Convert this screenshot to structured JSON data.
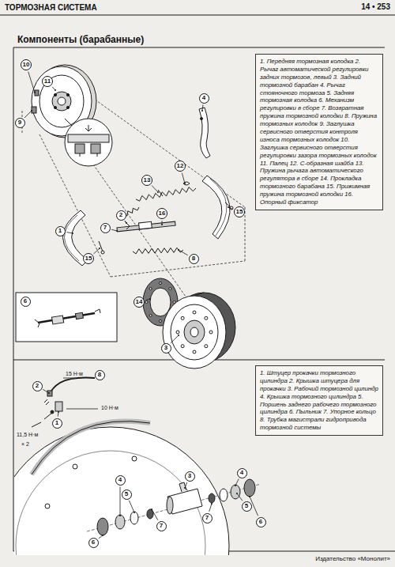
{
  "diagram": {
    "title": "Компоненты (барабанные)",
    "nodes": [
      {
        "text": [
          "10"
        ]
      },
      {
        "text": [
          "11"
        ]
      },
      {
        "text": [
          "9"
        ]
      },
      {
        "text": [
          "4"
        ]
      },
      {
        "text": [
          "12"
        ]
      },
      {
        "text": [
          "13"
        ]
      },
      {
        "text": [
          "2"
        ]
      },
      {
        "text": [
          "16"
        ]
      },
      {
        "text": [
          "7"
        ]
      },
      {
        "text": [
          "15"
        ]
      },
      {
        "text": [
          "1"
        ]
      },
      {
        "text": [
          "15"
        ]
      },
      {
        "text": [
          "8"
        ]
      },
      {
        "text": [
          "14"
        ]
      },
      {
        "text": [
          "3"
        ]
      },
      {
        "text": [
          "6"
        ]
      },
      {
        "text": [
          "1. Передняя тормозная колодка 2. Рычаг автоматической регулировки задних тормозов, левый 3. Задний тормозной барабан 4. Рычаг стояночного тормоза 5. Задняя тормозная колодка 6. Механизм регулировки в сборе 7. Возвратная пружина тормозной колодки 8. Пружина тормозных колодок 9. Заглушка сервисного отверстия контроля износа тормозных колодок 10. Заглушка сервисного отверстия регулировки зазора тормозных колодок 11. Палец 12. С-образная шайба 13. Пружина рычага автоматического регулятора в сборе 14. Прокладка тормозного барабана 15. Прижимная пружина тормозной колодки 16. Опорный фиксатор"
        ]
      },
      {
        "text": [
          "8"
        ]
      },
      {
        "text": [
          "1"
        ]
      },
      {
        "text": [
          "2"
        ]
      },
      {
        "text": [
          "4"
        ]
      },
      {
        "text": [
          "5"
        ]
      },
      {
        "text": [
          "6"
        ]
      },
      {
        "text": [
          "7"
        ]
      },
      {
        "text": [
          "3"
        ]
      },
      {
        "text": [
          "7"
        ]
      },
      {
        "text": [
          "4"
        ]
      },
      {
        "text": [
          "5"
        ]
      },
      {
        "text": [
          "6"
        ]
      },
      {
        "text": [
          "1. Штуцер прокачки тормозного цилиндра 2. Крышка штуцера для прокачки 3. Рабочий тормозной цилиндр 4. Крышка тормозного цилиндра 5. Поршень заднего рабочего тормозного цилиндра 6. Пыльник 7. Упорное кольцо 8. Трубка магистрали гидропривода тормозной системы"
        ]
      }
    ],
    "labels": [
      "ТОРМОЗНАЯ СИСТЕМА",
      "14 • 253",
      "15 Н·м",
      "10 Н·м",
      "11,5 Н·м",
      "× 2",
      "Издательство «Монолит»"
    ]
  }
}
